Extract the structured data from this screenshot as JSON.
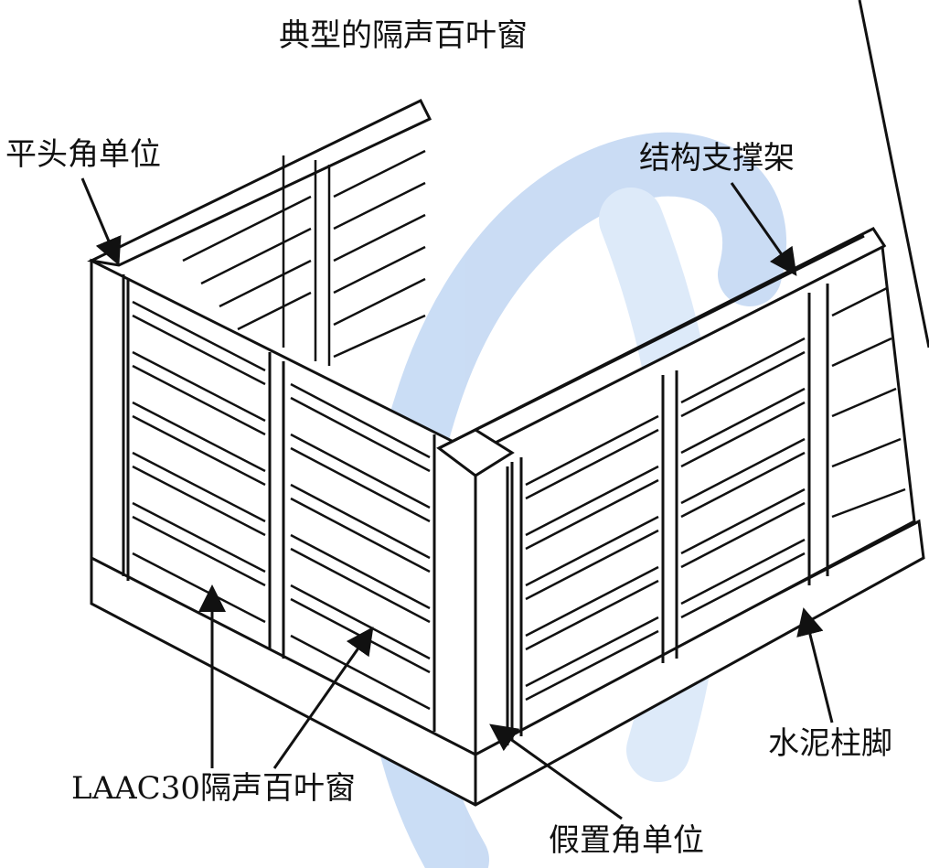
{
  "title": "典型的隔声百叶窗",
  "labels": {
    "flat_corner_unit": "平头角单位",
    "structural_frame": "结构支撑架",
    "concrete_base": "水泥柱脚",
    "laac30_panel": "LAAC30隔声百叶窗",
    "dummy_corner_unit": "假置角单位"
  },
  "colors": {
    "line": "#111111",
    "watermark": "#9fc1ec"
  }
}
